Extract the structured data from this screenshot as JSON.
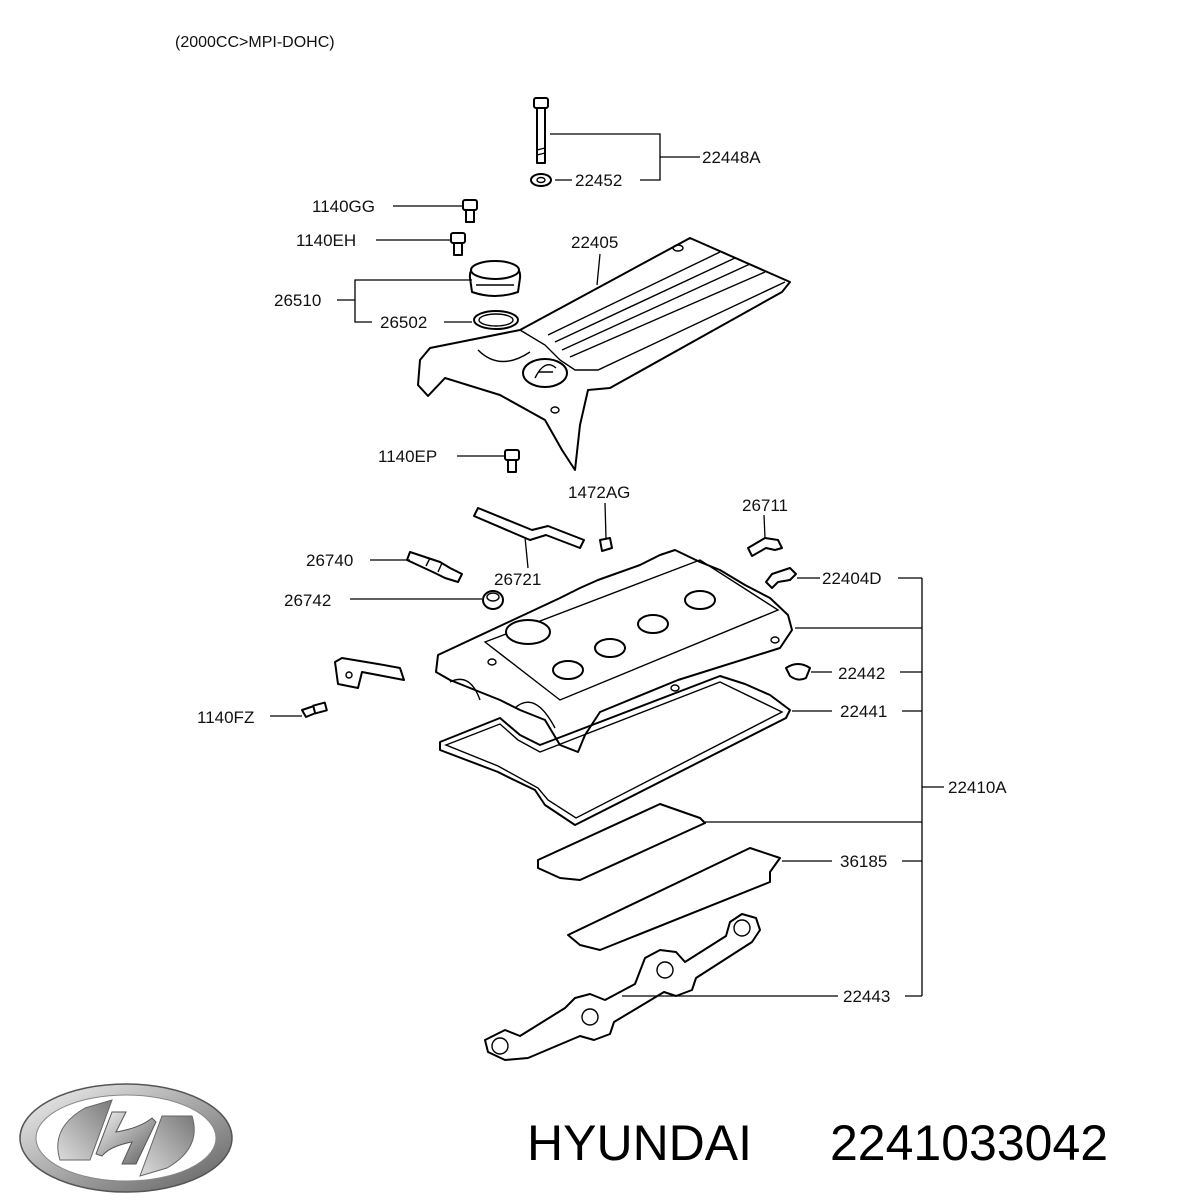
{
  "header": "(2000CC>MPI-DOHC)",
  "labels": {
    "p22448A": "22448A",
    "p22452": "22452",
    "p1140GG": "1140GG",
    "p1140EH": "1140EH",
    "p22405": "22405",
    "p26510": "26510",
    "p26502": "26502",
    "p1140EP": "1140EP",
    "p1472AG": "1472AG",
    "p26711": "26711",
    "p26740": "26740",
    "p26721": "26721",
    "p22404D": "22404D",
    "p26742": "26742",
    "p22442": "22442",
    "p1140FZ": "1140FZ",
    "p22441": "22441",
    "p22410A": "22410A",
    "p36185": "36185",
    "p22443": "22443"
  },
  "footer": {
    "brand": "HYUNDAI",
    "part_number": "2241033042"
  },
  "colors": {
    "line": "#000000",
    "logo_light": "#e6e6e6",
    "logo_dark": "#6f6f6f"
  },
  "icons": {
    "logo": "hyundai-logo-icon"
  }
}
